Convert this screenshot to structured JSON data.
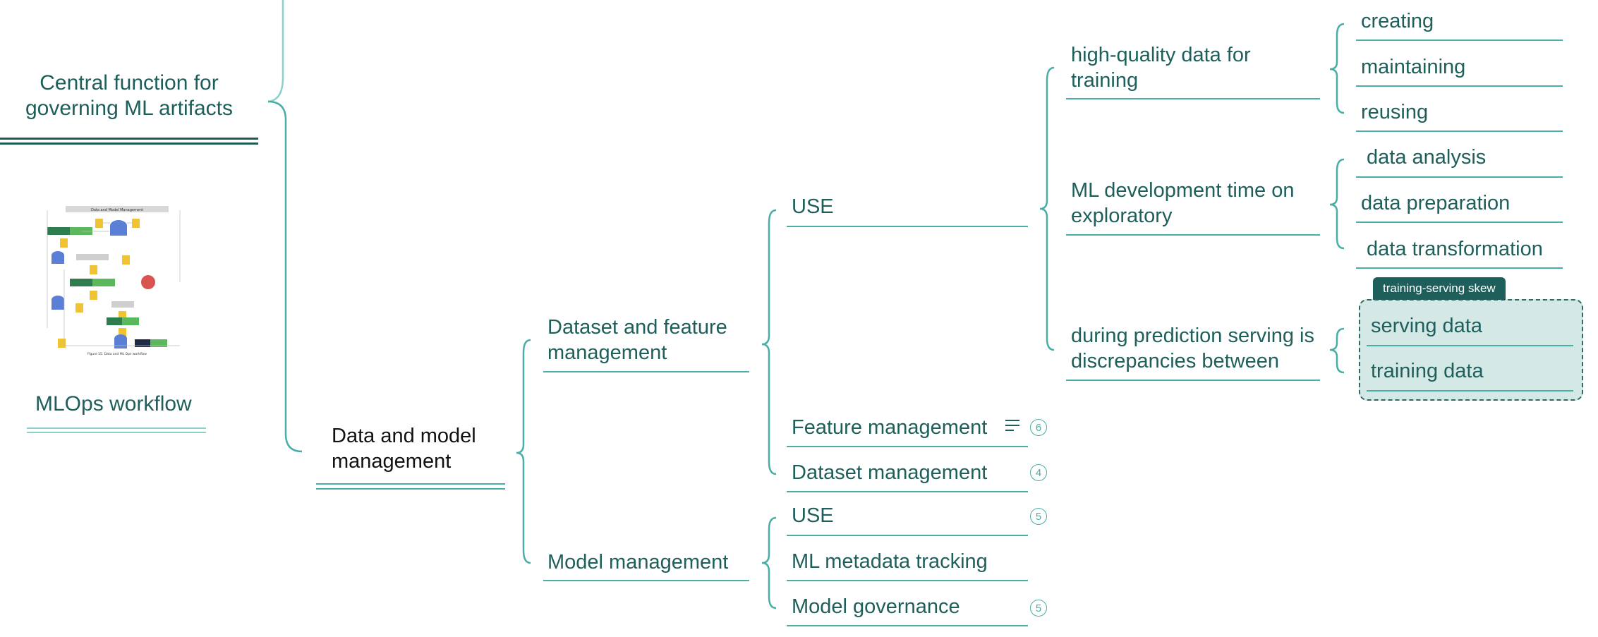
{
  "center": {
    "title": "Central function for governing ML artifacts"
  },
  "workflow": {
    "label": "MLOps workflow",
    "thumbnail_title": "Data and Model Management",
    "thumbnail_caption": "Figure 15. Data and ML Ops workflow"
  },
  "root": {
    "label": "Data and model management"
  },
  "branches": {
    "dataset": {
      "label": "Dataset and feature management"
    },
    "model": {
      "label": "Model management"
    }
  },
  "dataset_children": {
    "use": {
      "label": "USE"
    },
    "feature": {
      "label": "Feature management",
      "badge": "6"
    },
    "dataset_mgmt": {
      "label": "Dataset management",
      "badge": "4"
    }
  },
  "use_children": {
    "hq": {
      "label": "high-quality data for training"
    },
    "mldev": {
      "label": "ML development time on exploratory"
    },
    "pred": {
      "label": "during prediction serving is discrepancies between"
    }
  },
  "hq_leaves": [
    "creating",
    "maintaining",
    "reusing"
  ],
  "mldev_leaves": [
    "data analysis",
    "data preparation",
    "data transformation"
  ],
  "skew": {
    "label": "training-serving skew",
    "items": [
      "serving data",
      "training data"
    ]
  },
  "model_children": {
    "use": {
      "label": "USE",
      "badge": "5"
    },
    "metadata": {
      "label": "ML metadata tracking"
    },
    "governance": {
      "label": "Model governance",
      "badge": "5"
    }
  },
  "colors": {
    "line": "#49aea6",
    "text": "#1f5f5b",
    "boundary_fill": "#d4e8e6"
  }
}
